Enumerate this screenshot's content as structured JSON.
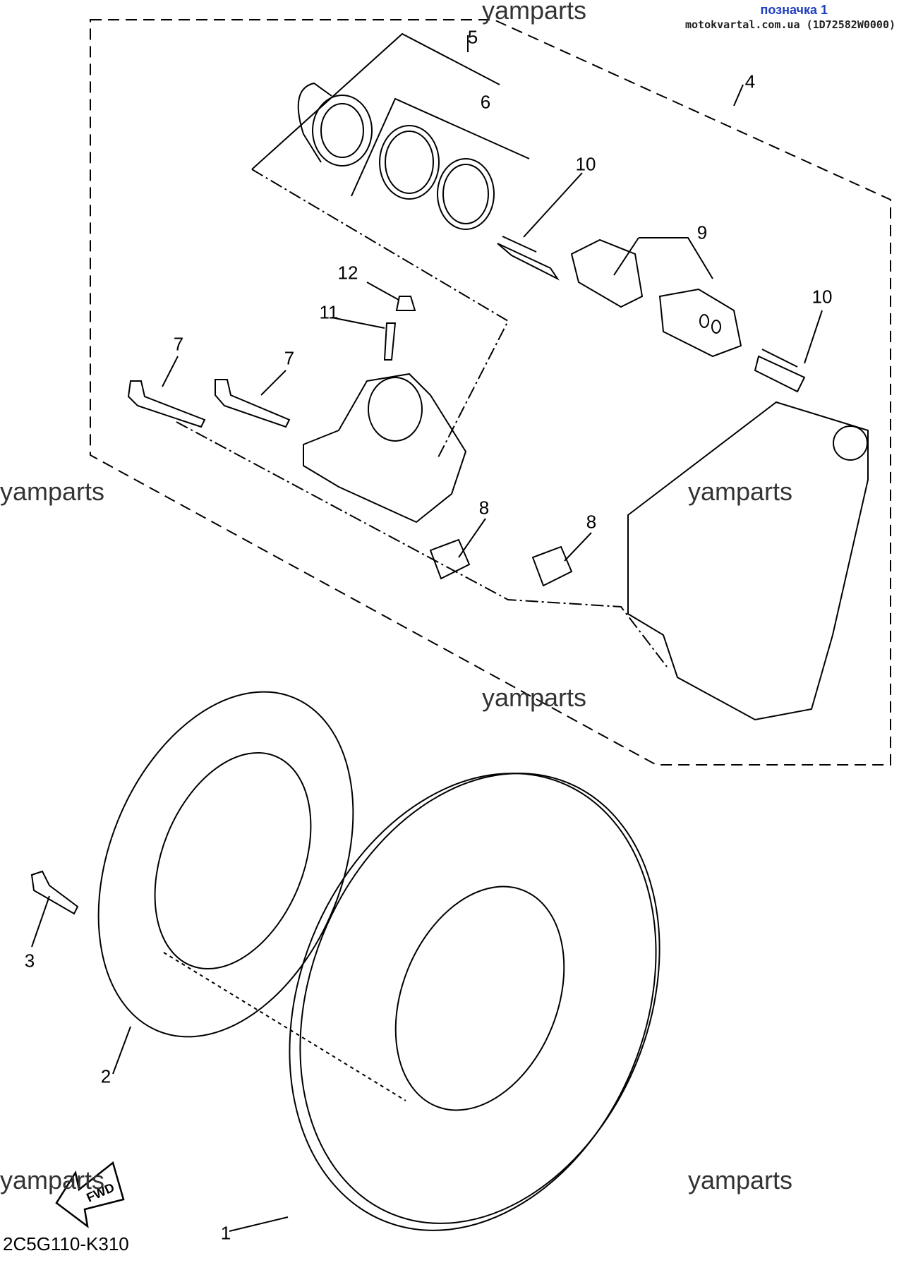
{
  "header": {
    "title": "позначка 1",
    "site": "motokvartal.com.ua (1D72582W0000)"
  },
  "watermarks": [
    "yamparts",
    "yamparts",
    "yamparts",
    "yamparts",
    "yamparts",
    "yamparts"
  ],
  "callouts": [
    "1",
    "2",
    "3",
    "4",
    "5",
    "6",
    "7",
    "7",
    "8",
    "8",
    "9",
    "10",
    "10",
    "11",
    "12"
  ],
  "diagram_code": "2C5G110-K310",
  "fwd_label": "FWD"
}
